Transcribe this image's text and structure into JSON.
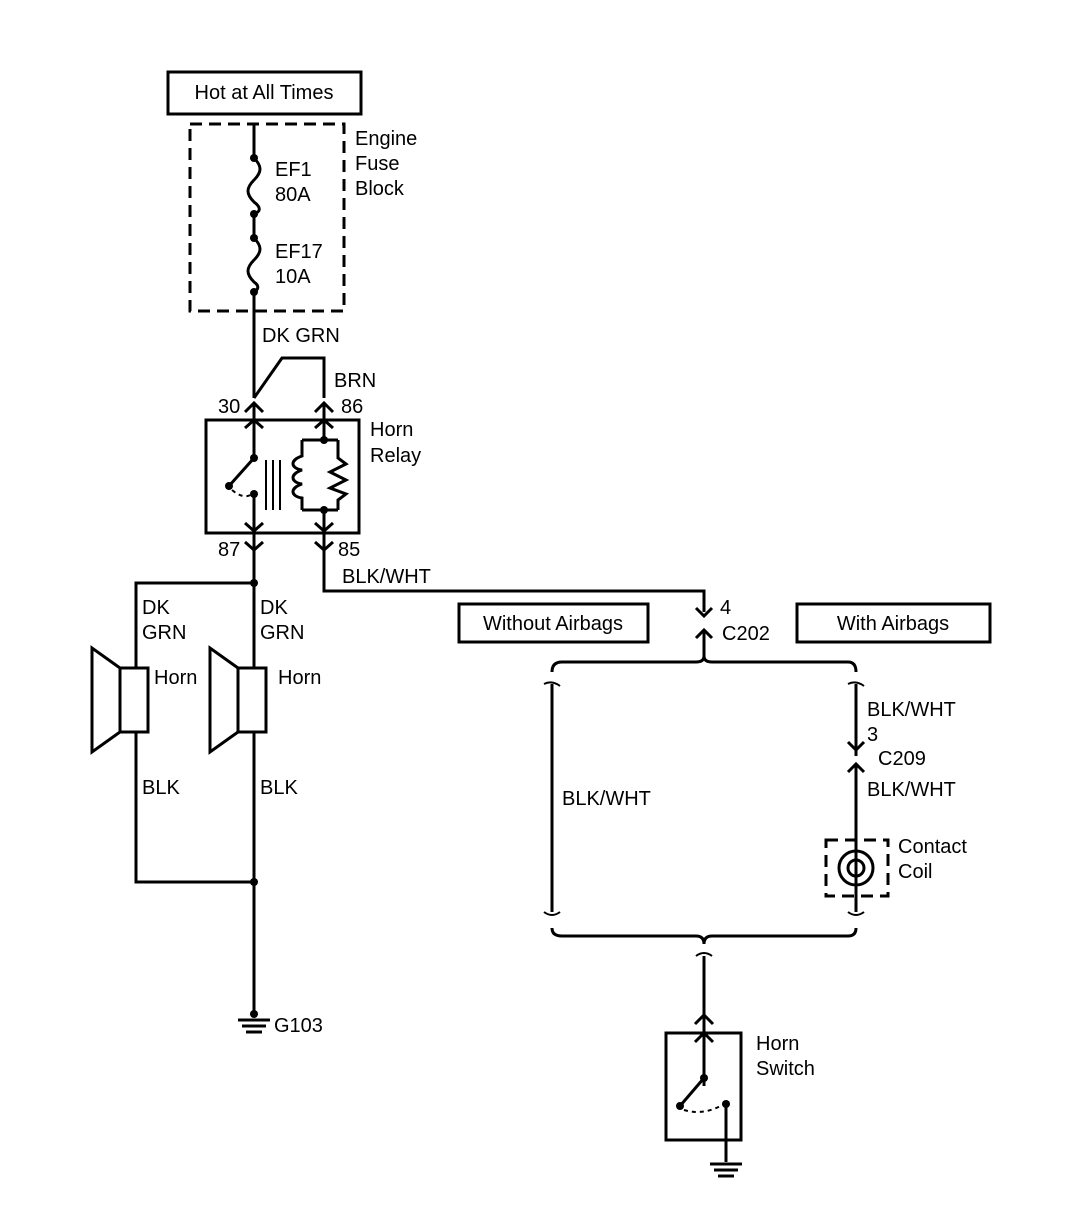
{
  "supply": {
    "label": "Hot at All Times"
  },
  "fuse_block": {
    "name_line1": "Engine",
    "name_line2": "Fuse",
    "name_line3": "Block",
    "ef1_name": "EF1",
    "ef1_rating": "80A",
    "ef17_name": "EF17",
    "ef17_rating": "10A"
  },
  "wires": {
    "dk_grn_main": "DK GRN",
    "brn": "BRN",
    "blk_wht_85": "BLK/WHT",
    "dk1": "DK",
    "grn1": "GRN",
    "dk2": "DK",
    "grn2": "GRN",
    "blk1": "BLK",
    "blk2": "BLK",
    "blk_wht_left": "BLK/WHT",
    "blk_wht_c209_top": "BLK/WHT",
    "blk_wht_c209_bottom": "BLK/WHT"
  },
  "relay": {
    "name_line1": "Horn",
    "name_line2": "Relay",
    "pin30": "30",
    "pin86": "86",
    "pin87": "87",
    "pin85": "85"
  },
  "horns": {
    "horn1": "Horn",
    "horn2": "Horn"
  },
  "ground_main": "G103",
  "options": {
    "without": "Without Airbags",
    "with": "With Airbags"
  },
  "connectors": {
    "c202_pin": "4",
    "c202": "C202",
    "c209_pin": "3",
    "c209": "C209"
  },
  "contact_coil": {
    "line1": "Contact",
    "line2": "Coil"
  },
  "horn_switch": {
    "line1": "Horn",
    "line2": "Switch"
  }
}
